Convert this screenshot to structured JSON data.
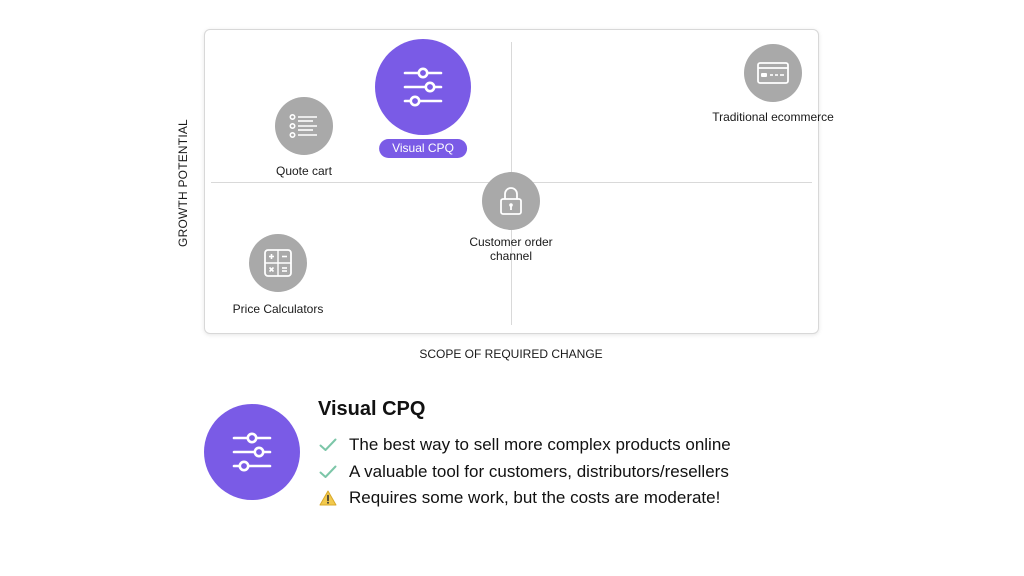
{
  "axes": {
    "y_label": "GROWTH POTENTIAL",
    "x_label": "SCOPE OF REQUIRED CHANGE"
  },
  "nodes": {
    "visual_cpq": {
      "label": "Visual CPQ",
      "icon": "sliders-icon",
      "highlighted": true
    },
    "quote_cart": {
      "label": "Quote cart",
      "icon": "list-icon"
    },
    "traditional_ecommerce": {
      "label": "Traditional ecommerce",
      "icon": "credit-card-icon"
    },
    "customer_order_channel": {
      "label_line1": "Customer order",
      "label_line2": "channel",
      "icon": "lock-icon"
    },
    "price_calculators": {
      "label": "Price Calculators",
      "icon": "calculator-icon"
    }
  },
  "detail": {
    "title": "Visual CPQ",
    "icon": "sliders-icon",
    "points": [
      {
        "text": "The best way to sell more complex products online",
        "icon": "checkmark-icon"
      },
      {
        "text": "A valuable tool for customers, distributors/resellers",
        "icon": "checkmark-icon"
      },
      {
        "text": "Requires some work, but the costs are moderate!",
        "icon": "warning-icon"
      }
    ]
  },
  "colors": {
    "accent": "#7a5be6",
    "node_gray": "#a9a9a9",
    "check_green": "#7cc6a8",
    "warning_yellow": "#f2c94c"
  }
}
